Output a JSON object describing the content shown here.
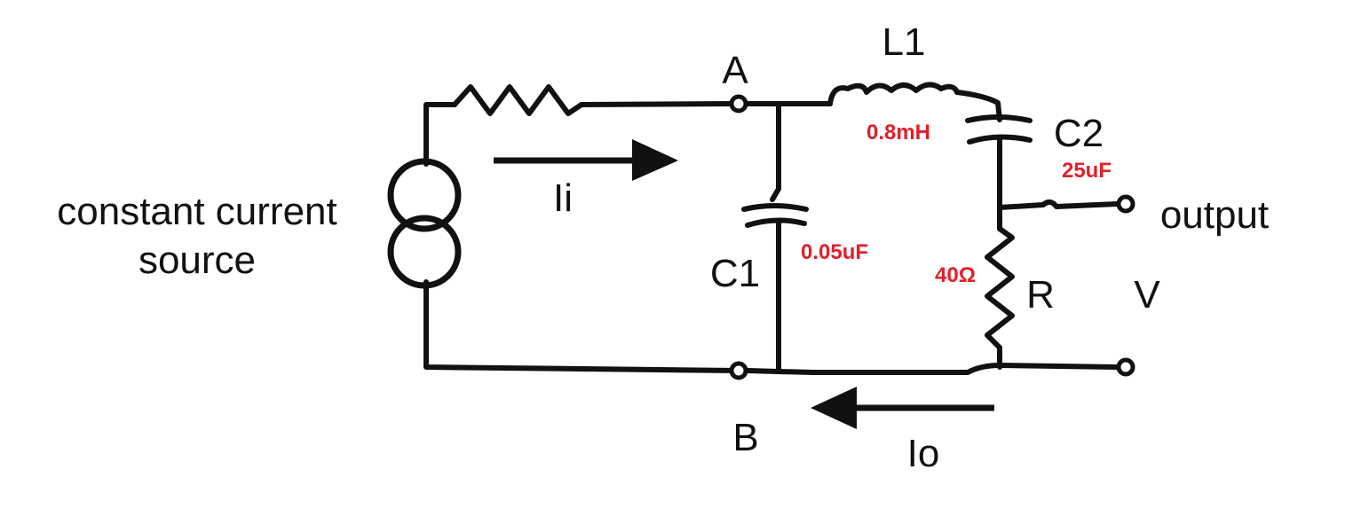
{
  "labels": {
    "source_line1": "constant current",
    "source_line2": "source",
    "node_a": "A",
    "node_b": "B",
    "current_in": "Ii",
    "current_out": "Io",
    "l1": "L1",
    "c1": "C1",
    "c2": "C2",
    "r": "R",
    "output": "output",
    "v": "V"
  },
  "values": {
    "l1": "0.8mH",
    "c1": "0.05uF",
    "c2": "25uF",
    "r": "40Ω"
  },
  "colors": {
    "ink": "#111111",
    "value_text": "#e0202a",
    "background": "#ffffff"
  }
}
